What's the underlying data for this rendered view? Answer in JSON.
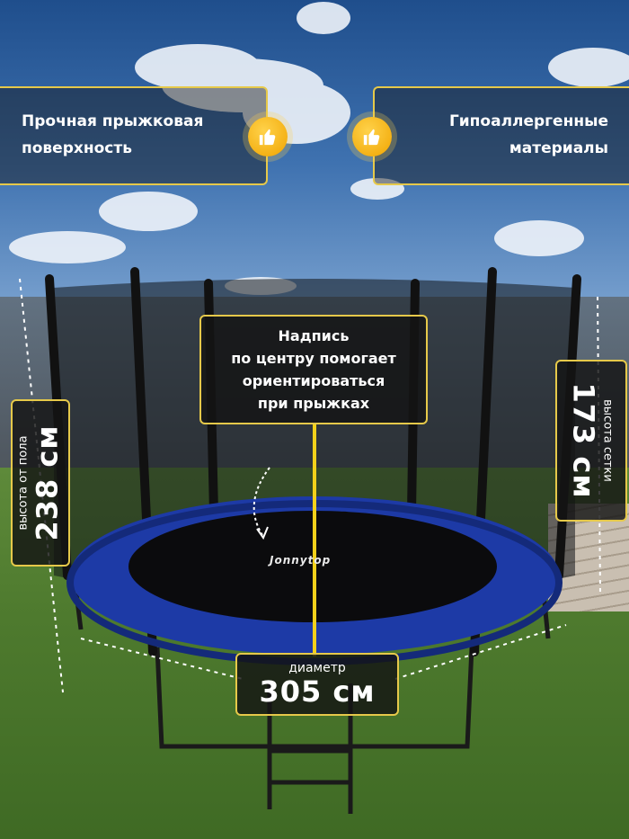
{
  "features": {
    "left": "Прочная прыжковая\nповерхность",
    "right": "Гипоаллергенные\nматериалы"
  },
  "center_note": "Надпись\nпо центру помогает\nориентироваться\nпри прыжках",
  "brand": "Jonnytop",
  "height_from_floor": {
    "label": "высота от пола",
    "value": "238 см"
  },
  "net_height": {
    "label": "высота сетки",
    "value": "173 см"
  },
  "diameter": {
    "label": "диаметр",
    "value": "305 см"
  },
  "icons": {
    "feature": "thumbs-up-icon"
  },
  "colors": {
    "accent": "#e6c94a",
    "icon": "#f5b400",
    "mat_rim": "#1d3aa6"
  }
}
